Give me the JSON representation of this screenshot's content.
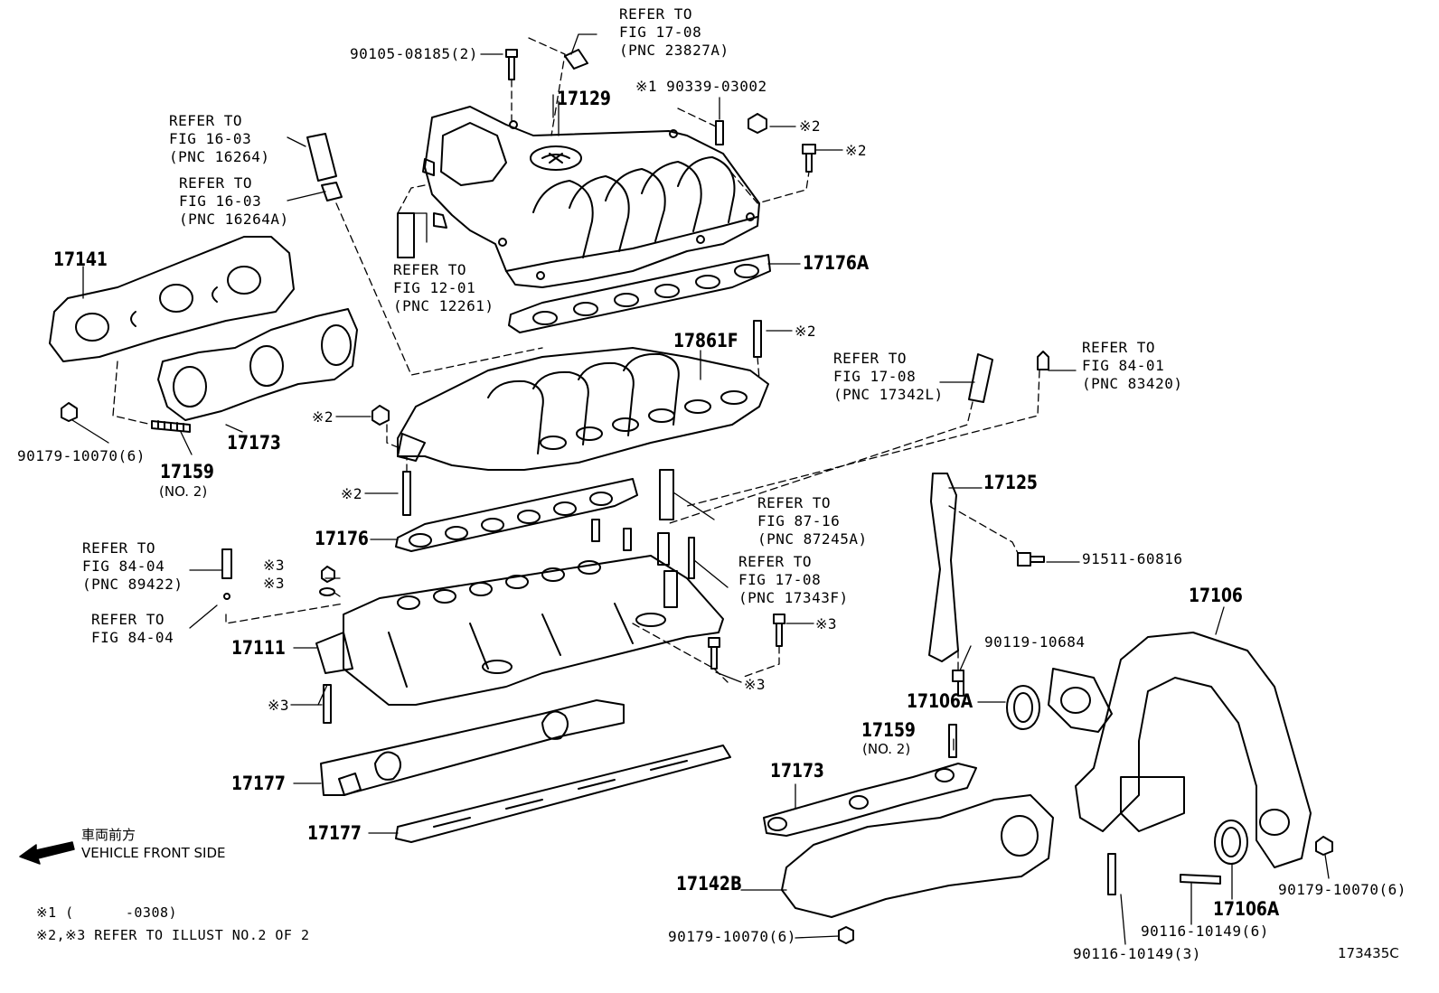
{
  "diagram_id": "173435C",
  "legend": {
    "front_jp": "車両前方",
    "front_en": "VEHICLE FRONT SIDE",
    "note1": "※1 (      -0308)",
    "note2": "※2,※3 REFER TO ILLUST NO.2 OF 2"
  },
  "parts": {
    "p17129": "17129",
    "p17176A": "17176A",
    "p17141": "17141",
    "p17173a": "17173",
    "p17861F": "17861F",
    "p17159a": "17159",
    "p17159a_sub": "(NO. 2)",
    "p17176": "17176",
    "p17111": "17111",
    "p17177a": "17177",
    "p17177b": "17177",
    "p17125": "17125",
    "p17106": "17106",
    "p17106A_a": "17106A",
    "p17159b": "17159",
    "p17159b_sub": "(NO. 2)",
    "p17173b": "17173",
    "p17142B": "17142B",
    "p17106A_b": "17106A"
  },
  "fasteners": {
    "f90105": "90105-08185(2)",
    "f90339": "※1 90339-03002",
    "f_m2_nut_top": "※2",
    "f_m2_bolt_top": "※2",
    "f_m2_stud_mid": "※2",
    "f_m2_nut_left": "※2",
    "f_m2_stud_left": "※2",
    "f90179_left": "90179-10070(6)",
    "f_m3_nut": "※3",
    "f_m3_washer": "※3",
    "f_m3_bolt_right": "※3",
    "f_m3_bolt_low": "※3",
    "f_m3_stud": "※3",
    "f91511": "91511-60816",
    "f90119": "90119-10684",
    "f90179_bottom": "90179-10070(6)",
    "f90116_a": "90116-10149(6)",
    "f90116_b": "90116-10149(3)",
    "f90179_right": "90179-10070(6)"
  },
  "refs": {
    "r_fig17_08_23827A": "REFER TO\nFIG 17-08\n(PNC 23827A)",
    "r_fig16_03_16264": "REFER TO\nFIG 16-03\n(PNC 16264)",
    "r_fig16_03_16264A": "REFER TO\nFIG 16-03\n(PNC 16264A)",
    "r_fig12_01_12261": "REFER TO\nFIG 12-01\n(PNC 12261)",
    "r_fig17_08_17342L": "REFER TO\nFIG 17-08\n(PNC 17342L)",
    "r_fig84_01_83420": "REFER TO\nFIG 84-01\n(PNC 83420)",
    "r_fig87_16_87245A": "REFER TO\nFIG 87-16\n(PNC 87245A)",
    "r_fig17_08_17343F": "REFER TO\nFIG 17-08\n(PNC 17343F)",
    "r_fig84_04_89422": "REFER TO\nFIG 84-04\n(PNC 89422)",
    "r_fig84_04": "REFER TO\nFIG 84-04"
  }
}
